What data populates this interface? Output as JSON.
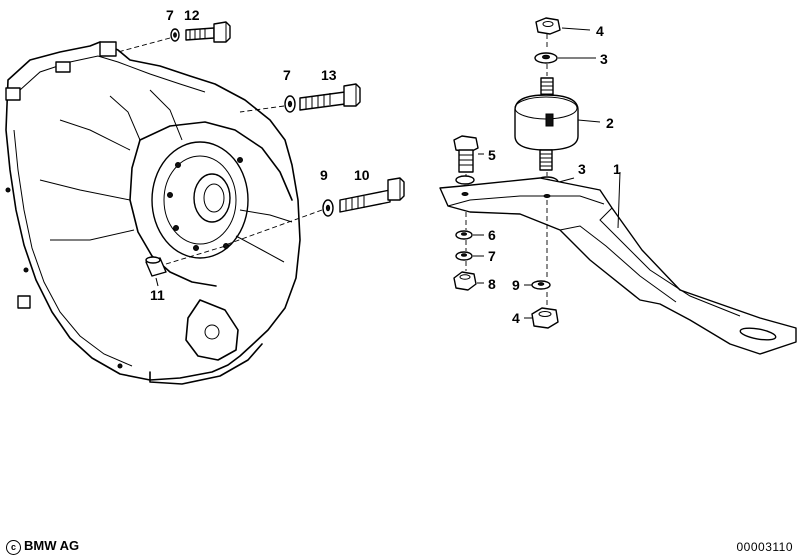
{
  "labels": {
    "l1": "1",
    "l2": "2",
    "l3a": "3",
    "l3b": "3",
    "l4a": "4",
    "l4b": "4",
    "l5": "5",
    "l6": "6",
    "l7a": "7",
    "l7b": "7",
    "l7c": "7",
    "l8": "8",
    "l9a": "9",
    "l9b": "9",
    "l10": "10",
    "l11": "11",
    "l12": "12",
    "l13": "13"
  },
  "footer": {
    "copyright_symbol": "c",
    "brand": "BMW AG",
    "doc_number": "00003110"
  }
}
